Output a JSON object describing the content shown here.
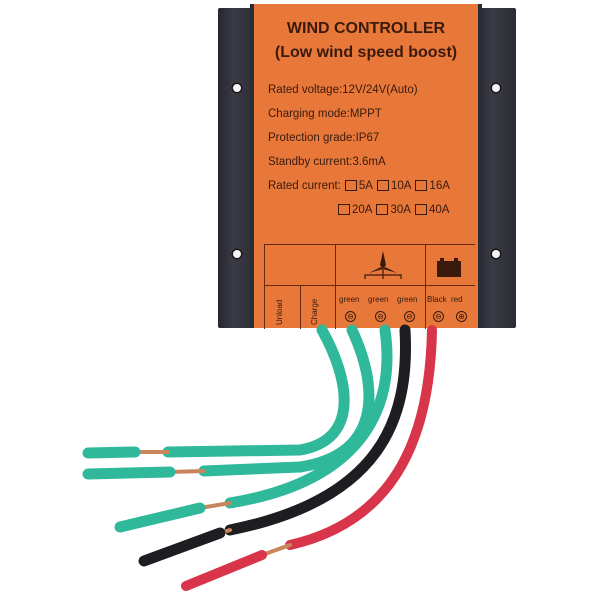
{
  "product": {
    "title": "WIND CONTROLLER",
    "subtitle": "(Low wind speed boost)",
    "specs": [
      "Rated voltage:12V/24V(Auto)",
      "Charging mode:MPPT",
      "Protection grade:IP67",
      "Standby current:3.6mA"
    ],
    "rated_current_label": "Rated current:",
    "rated_current_options_row1": [
      "5A",
      "10A",
      "16A"
    ],
    "rated_current_options_row2": [
      "20A",
      "30A",
      "40A"
    ],
    "panel_labels": {
      "unload": "Unload",
      "charge": "Charge"
    },
    "wire_labels": [
      "green",
      "green",
      "green",
      "Black",
      "red"
    ],
    "terminal_symbols": [
      "⊖",
      "⊖",
      "⊖",
      "⊖",
      "⊕"
    ],
    "icons": [
      "wind-turbine-icon",
      "battery-icon"
    ]
  },
  "colors": {
    "case_orange": "#e8783a",
    "bracket_black": "#2b2c34",
    "wire_green": "#2fb99a",
    "wire_black": "#1e1e22",
    "wire_red": "#d9354a",
    "copper": "#c9855c"
  }
}
